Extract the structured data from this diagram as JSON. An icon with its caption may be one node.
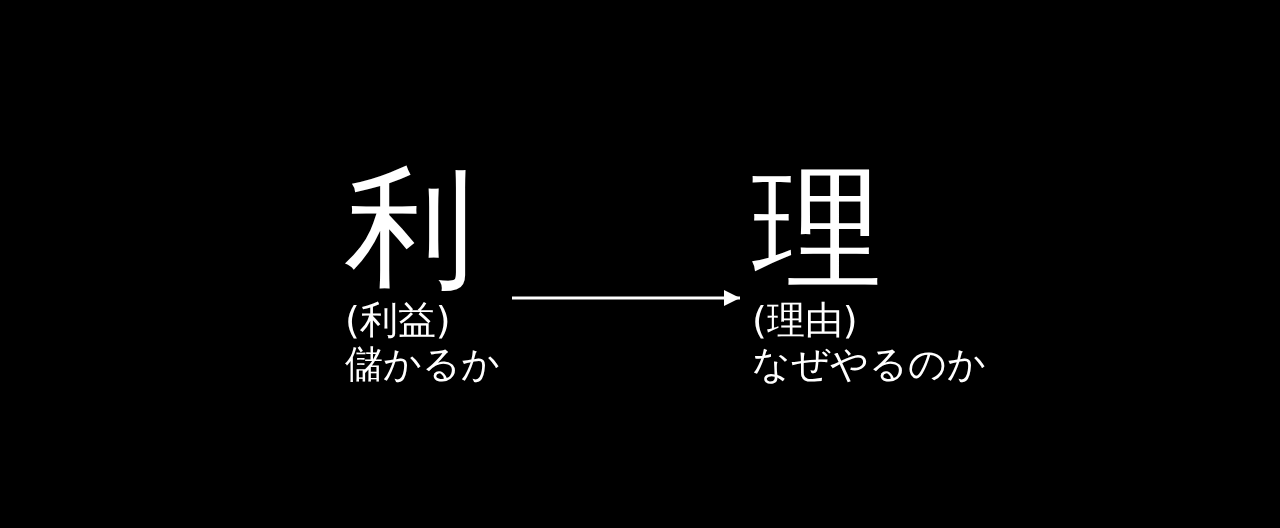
{
  "diagram": {
    "nodes": [
      {
        "text": [
          "利",
          "(利益)",
          "儲かるか"
        ]
      },
      {
        "text": [
          "理",
          "(理由)",
          "なぜやるのか"
        ]
      }
    ],
    "edges": [
      {
        "from": 0,
        "to": 1,
        "arrow": "to"
      }
    ]
  }
}
